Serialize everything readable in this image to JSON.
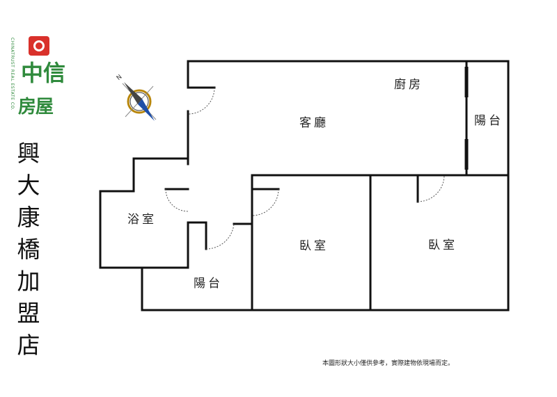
{
  "brand": {
    "name_zh_line1": "中信",
    "name_zh_line2": "房屋",
    "name_en": "CHINATRUST REAL ESTATE CO.",
    "logo_icon": "chinatrust-flower-logo-icon",
    "color": "#2f8a3c",
    "logo_color": "#d9312b"
  },
  "store_name_chars": [
    "興",
    "大",
    "康",
    "橋",
    "加",
    "盟",
    "店"
  ],
  "rooms": {
    "kitchen": "廚房",
    "living_room": "客廳",
    "balcony_east": "陽台",
    "bathroom": "浴室",
    "bedroom_1": "臥室",
    "bedroom_2": "臥室",
    "balcony_south": "陽台"
  },
  "compass": {
    "north_label": "N",
    "icon": "compass-north-arrow-icon"
  },
  "disclaimer": "本圖形狀大小僅供參考，實際建物依現場而定。"
}
